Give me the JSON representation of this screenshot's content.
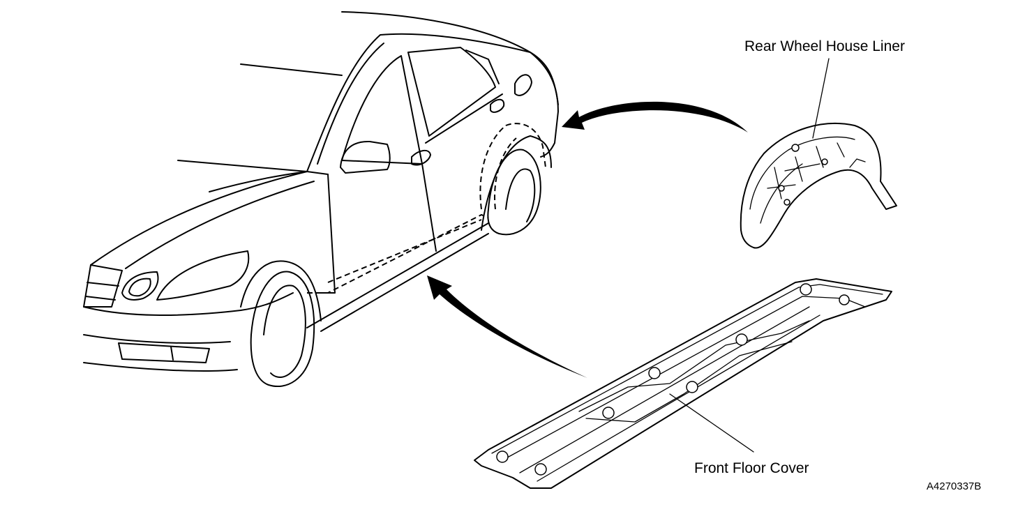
{
  "labels": {
    "rear_wheel_house_liner": "Rear Wheel House Liner",
    "front_floor_cover": "Front Floor Cover",
    "figure_code": "A4270337B"
  },
  "colors": {
    "line": "#000000",
    "background": "#ffffff"
  }
}
